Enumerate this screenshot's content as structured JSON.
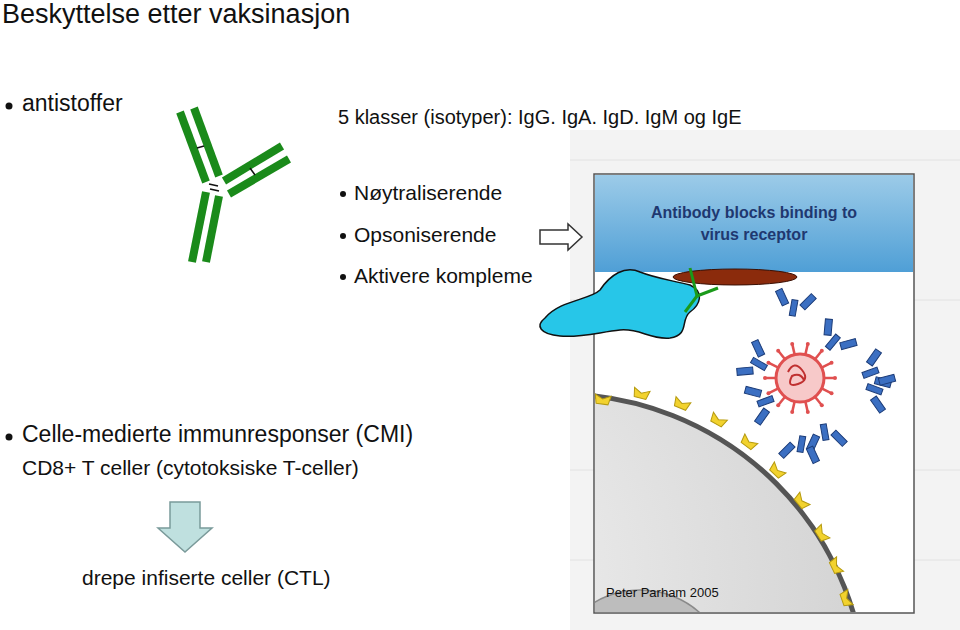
{
  "diagram": {
    "title": "Beskyttelse etter vaksinasjon",
    "nodes": [
      {
        "text": [
          "Antibody blocks binding to virus receptor"
        ]
      }
    ],
    "labels": [
      "antistoffer",
      "5 klasser (isotyper): IgG. IgA. IgD. IgM og IgE",
      "Nøytraliserende",
      "Opsoniserende",
      "Aktivere kompleme",
      "Celle-medierte immunresponser (CMI)",
      "CD8+ T celler (cytotoksiske T-celler)",
      "drepe infiserte celler (CTL)",
      "Peter Parham 2005"
    ]
  }
}
